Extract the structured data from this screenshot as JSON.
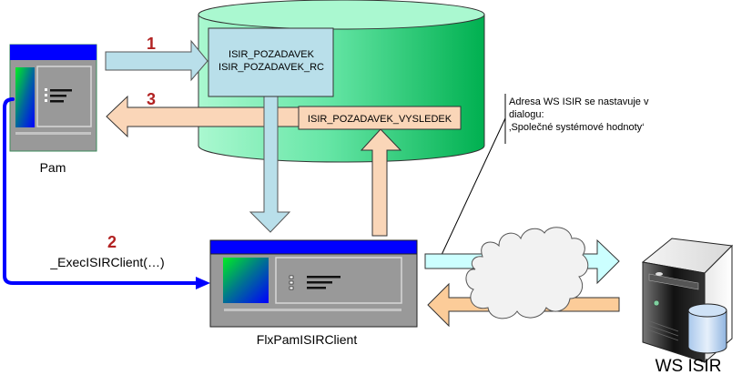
{
  "nodes": {
    "pam": {
      "label": "Pam"
    },
    "client": {
      "label": "FlxPamISIRClient"
    },
    "ws_isir": {
      "label": "WS ISIR"
    },
    "database": {
      "tables_in": [
        "ISIR_POZADAVEK",
        "ISIR_POZADAVEK_RC"
      ],
      "table_out": "ISIR_POZADAVEK_VYSLEDEK"
    }
  },
  "steps": {
    "step1": "1",
    "step2": "2",
    "step3": "3",
    "call_label": "_ExecISIRClient(…)"
  },
  "note": {
    "lines": [
      "Adresa WS ISIR se nastavuje v",
      "dialogu:",
      "‚Společné systémové hodnoty‘"
    ]
  },
  "colors": {
    "window_title": "#0000ff",
    "window_body": "#999999",
    "db_light": "#aaf8d0",
    "db_dark": "#00b050",
    "arrow_request": "#b9dfea",
    "arrow_response": "#fad6b8",
    "arrow_ws_out": "#ccffff",
    "arrow_ws_in": "#fccc99",
    "call_line": "#0000ff",
    "step_number": "#b22222",
    "cloud": "#f2f2f2"
  }
}
